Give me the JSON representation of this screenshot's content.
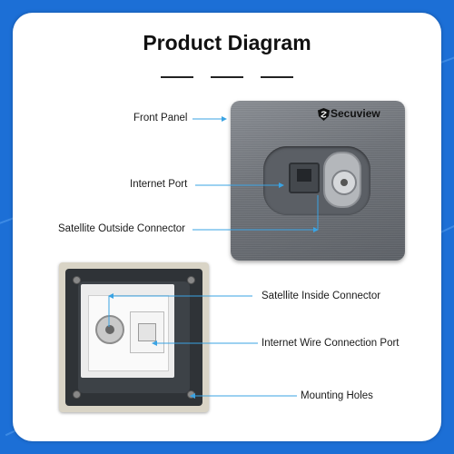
{
  "title": "Product Diagram",
  "brand": "Secuview",
  "labels": {
    "front_panel": "Front Panel",
    "internet_port": "Internet Port",
    "satellite_outside": "Satellite Outside Connector",
    "satellite_inside": "Satellite Inside Connector",
    "internet_wire": "Internet Wire Connection Port",
    "mounting_holes": "Mounting Holes"
  },
  "colors": {
    "background": "#1c6fd6",
    "arrow": "#3aa3e3",
    "card": "#ffffff"
  }
}
